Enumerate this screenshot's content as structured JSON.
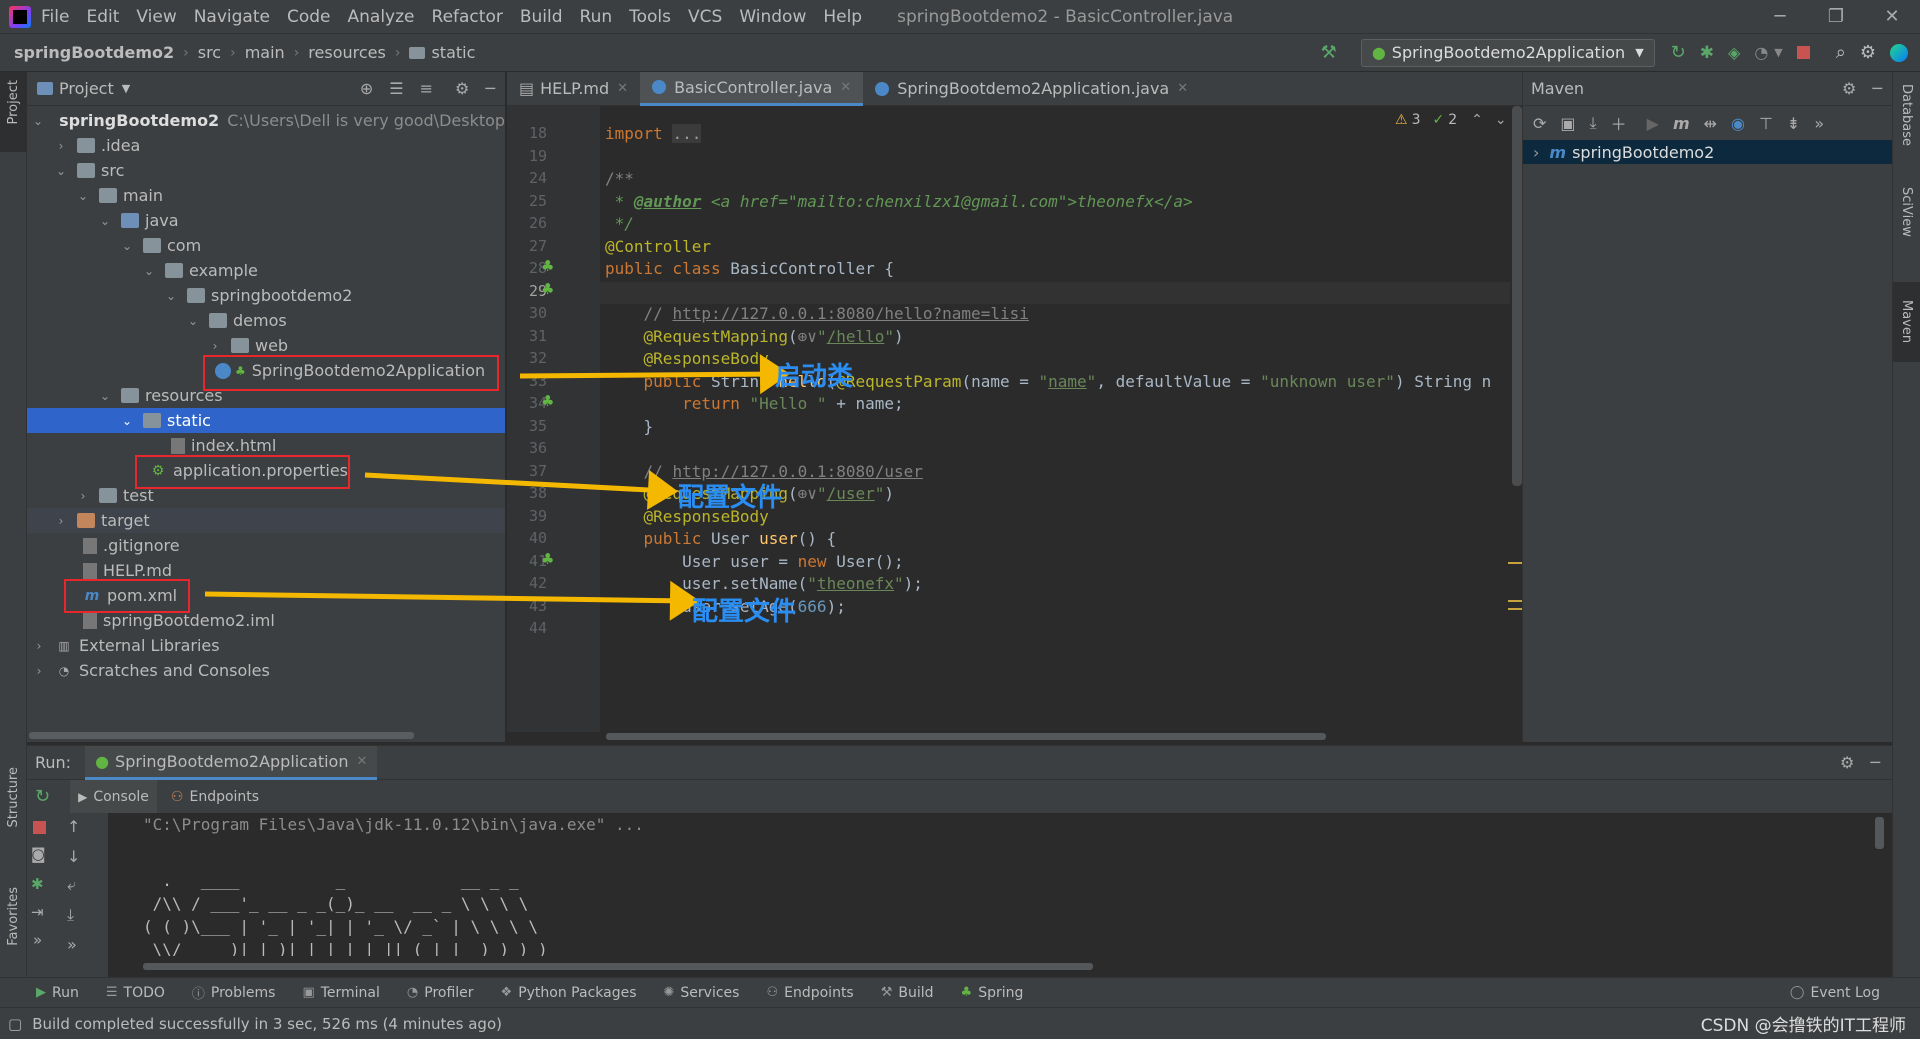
{
  "menu": {
    "items": [
      "File",
      "Edit",
      "View",
      "Navigate",
      "Code",
      "Analyze",
      "Refactor",
      "Build",
      "Run",
      "Tools",
      "VCS",
      "Window",
      "Help"
    ],
    "window_title": "springBootdemo2 - BasicController.java",
    "min": "─",
    "max": "❐",
    "close": "✕"
  },
  "nav": {
    "breadcrumbs": [
      "springBootdemo2",
      "src",
      "main",
      "resources",
      "static"
    ],
    "run_config": "SpringBootdemo2Application"
  },
  "left_strip": {
    "project": "Project",
    "structure": "Structure",
    "favorites": "Favorites"
  },
  "project": {
    "header": "Project",
    "tree": [
      {
        "label": "springBootdemo2",
        "extra": "C:\\Users\\Dell is very good\\Desktop\\spr"
      },
      {
        "label": ".idea"
      },
      {
        "label": "src"
      },
      {
        "label": "main"
      },
      {
        "label": "java"
      },
      {
        "label": "com"
      },
      {
        "label": "example"
      },
      {
        "label": "springbootdemo2"
      },
      {
        "label": "demos"
      },
      {
        "label": "web"
      },
      {
        "label": "SpringBootdemo2Application"
      },
      {
        "label": "resources"
      },
      {
        "label": "static"
      },
      {
        "label": "index.html"
      },
      {
        "label": "application.properties"
      },
      {
        "label": "test"
      },
      {
        "label": "target"
      },
      {
        "label": ".gitignore"
      },
      {
        "label": "HELP.md"
      },
      {
        "label": "pom.xml"
      },
      {
        "label": "springBootdemo2.iml"
      },
      {
        "label": "External Libraries"
      },
      {
        "label": "Scratches and Consoles"
      }
    ]
  },
  "editor": {
    "tabs": [
      "HELP.md",
      "BasicController.java",
      "SpringBootdemo2Application.java"
    ],
    "warnings": "3",
    "weak_warnings": "2",
    "line_numbers": [
      "18",
      "19",
      "24",
      "25",
      "26",
      "27",
      "28",
      "29",
      "30",
      "31",
      "32",
      "33",
      "34",
      "35",
      "36",
      "37",
      "38",
      "39",
      "40",
      "41",
      "42",
      "43",
      "44"
    ]
  },
  "maven": {
    "title": "Maven",
    "project": "springBootdemo2"
  },
  "right_strip": {
    "database": "Database",
    "sciview": "SciView",
    "maven": "Maven"
  },
  "run": {
    "label": "Run:",
    "config_tab": "SpringBootdemo2Application",
    "console_tab": "Console",
    "endpoints_tab": "Endpoints",
    "command": "\"C:\\Program Files\\Java\\jdk-11.0.12\\bin\\java.exe\" ...",
    "banner": [
      "  .   ____          _            __ _ _",
      " /\\\\ / ___'_ __ _ _(_)_ __  __ _ \\ \\ \\ \\",
      "( ( )\\___ | '_ | '_| | '_ \\/ _` | \\ \\ \\ \\",
      " \\\\/  ___)| |_)| | | | | || (_| |  ) ) ) )"
    ]
  },
  "toolwindows": [
    "Run",
    "TODO",
    "Problems",
    "Terminal",
    "Profiler",
    "Python Packages",
    "Services",
    "Endpoints",
    "Build",
    "Spring"
  ],
  "event_log": "Event Log",
  "status": {
    "message": "Build completed successfully in 3 sec, 526 ms (4 minutes ago)",
    "watermark": "CSDN @会撸铁的IT工程师"
  },
  "annotations": {
    "startup_class": "启动类",
    "config_file_1": "配置文件",
    "config_file_2": "配置文件",
    "arrow_color": "#f5b800",
    "box_color": "#e8262b",
    "text_color": "#2a8df2"
  }
}
